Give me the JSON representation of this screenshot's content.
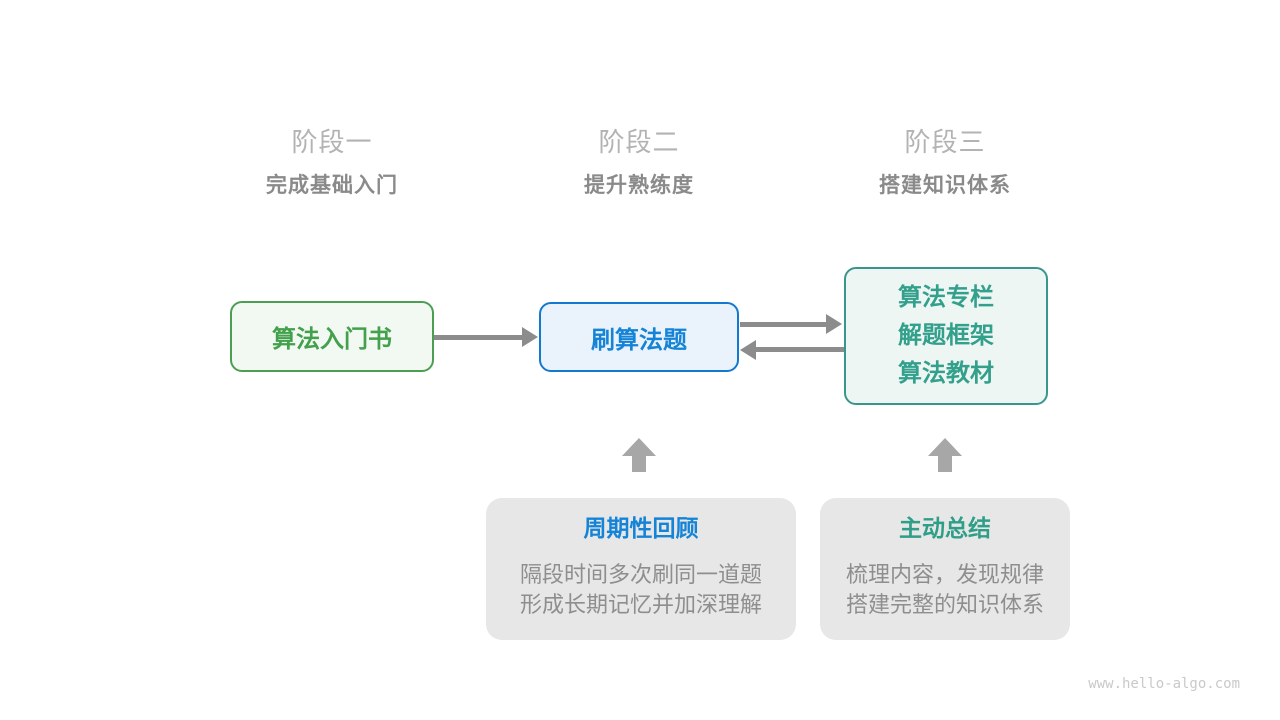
{
  "page": {
    "watermark": "www.hello-algo.com"
  },
  "stages": [
    {
      "name": "阶段一",
      "goal": "完成基础入门"
    },
    {
      "name": "阶段二",
      "goal": "提升熟练度"
    },
    {
      "name": "阶段三",
      "goal": "搭建知识体系"
    }
  ],
  "flow": {
    "stage1_node": {
      "label": "算法入门书"
    },
    "stage2_node": {
      "label": "刷算法题"
    },
    "stage3_node": {
      "lines": [
        "算法专栏",
        "解题框架",
        "算法教材"
      ]
    },
    "arrows": [
      "stage1-to-stage2-right-arrow",
      "stage2-to-stage3-right-arrow",
      "stage3-to-stage2-left-arrow",
      "review-up-block-arrow",
      "summary-up-block-arrow"
    ]
  },
  "callouts": [
    {
      "title": "周期性回顾",
      "lines": [
        "隔段时间多次刷同一道题",
        "形成长期记忆并加深理解"
      ]
    },
    {
      "title": "主动总结",
      "lines": [
        "梳理内容，发现规律",
        "搭建完整的知识体系"
      ]
    }
  ],
  "colors": {
    "green": "#43a04c",
    "green_border": "#4c9e53",
    "green_bg": "#f2f8f2",
    "blue": "#1583d6",
    "blue_border": "#1379d0",
    "blue_bg": "#eaf3fb",
    "teal": "#33a08c",
    "teal_border": "#39968d",
    "teal_bg": "#eef6f3",
    "stage_name_gray": "#b3b3b3",
    "stage_goal_gray": "#8a8a8a",
    "arrow_gray": "#8c8c8c",
    "block_arrow_gray": "#a7a7a7",
    "callout_bg": "#e7e7e7",
    "body_text_gray": "#8e8e8e",
    "watermark_gray": "#c9c9c9"
  }
}
